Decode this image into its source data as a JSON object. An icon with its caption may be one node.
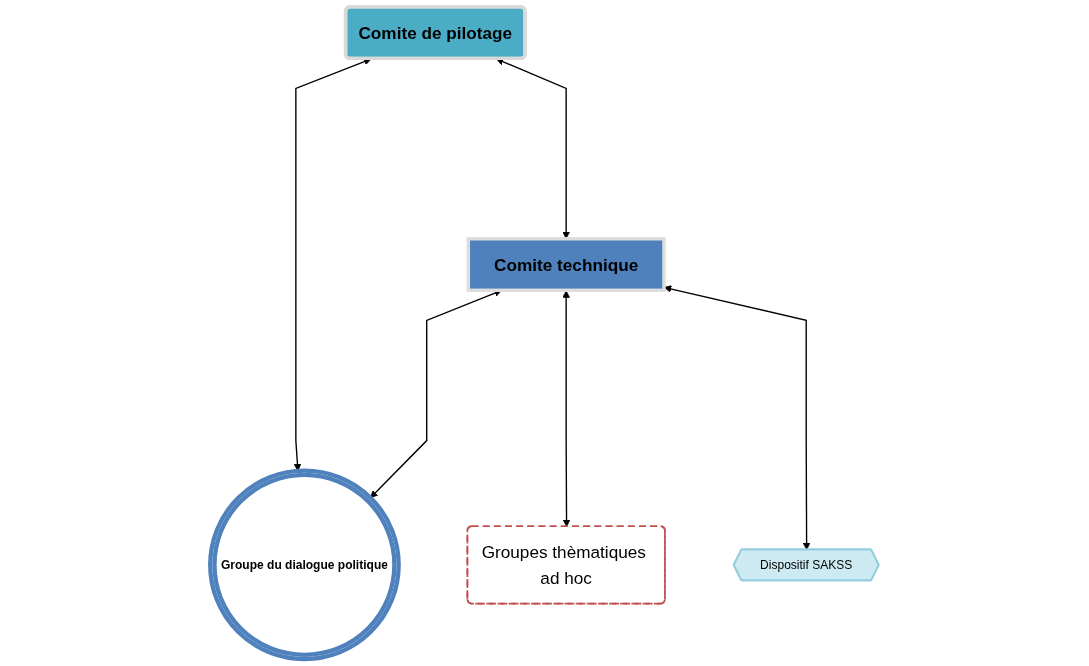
{
  "diagram": {
    "nodes": [
      {
        "text": [
          "Comite de pilotage"
        ]
      },
      {
        "text": [
          "Groupe du dialogue politique"
        ]
      },
      {
        "text": [
          "Comite technique"
        ]
      },
      {
        "text": [
          "Groupes thèmatiques ad hoc"
        ]
      },
      {
        "text": [
          "Dispositif SAKSS"
        ]
      }
    ],
    "edges": [
      {
        "from": 0,
        "to": 1,
        "arrow": "both"
      },
      {
        "from": 0,
        "to": 2,
        "arrow": "both"
      },
      {
        "from": 2,
        "to": 1,
        "arrow": "both"
      },
      {
        "from": 2,
        "to": 3,
        "arrow": "both"
      },
      {
        "from": 2,
        "to": 4,
        "arrow": "both"
      }
    ]
  }
}
